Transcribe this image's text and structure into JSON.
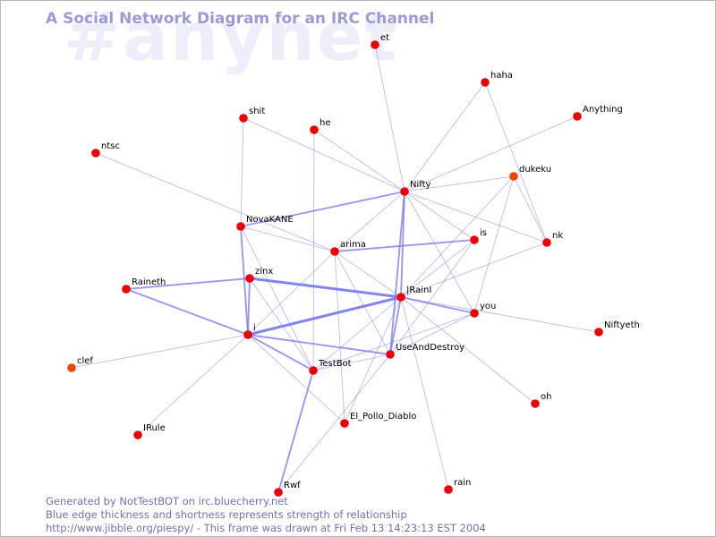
{
  "watermark": "#anynet",
  "title": "A Social Network Diagram for an IRC Channel",
  "colors": {
    "edge": "#7777ee",
    "node": "#ee0000",
    "node_orange": "#ee4400",
    "watermark": "#eeeefb",
    "title": "#9a9ad8",
    "footer": "#7070b8"
  },
  "nodes": [
    {
      "id": "et",
      "label": "et"
    },
    {
      "id": "haha",
      "label": "haha"
    },
    {
      "id": "Anything",
      "label": "Anything"
    },
    {
      "id": "shit",
      "label": "shit"
    },
    {
      "id": "he",
      "label": "he"
    },
    {
      "id": "ntsc",
      "label": "ntsc"
    },
    {
      "id": "dukeku",
      "label": "dukeku",
      "color": "orange"
    },
    {
      "id": "Nifty",
      "label": "Nifty"
    },
    {
      "id": "NovaKANE",
      "label": "NovaKANE"
    },
    {
      "id": "is",
      "label": "is"
    },
    {
      "id": "nk",
      "label": "nk"
    },
    {
      "id": "arima",
      "label": "arima"
    },
    {
      "id": "zinx",
      "label": "zinx"
    },
    {
      "id": "Raineth",
      "label": "Raineth"
    },
    {
      "id": "IRainI",
      "label": "|RainI"
    },
    {
      "id": "you",
      "label": "you"
    },
    {
      "id": "Niftyeth",
      "label": "Niftyeth"
    },
    {
      "id": "i",
      "label": "i"
    },
    {
      "id": "UseAndDestroy",
      "label": "UseAndDestroy"
    },
    {
      "id": "clef",
      "label": "clef",
      "color": "orange"
    },
    {
      "id": "TestBot",
      "label": "TestBot"
    },
    {
      "id": "oh",
      "label": "oh"
    },
    {
      "id": "El_Pollo_Diablo",
      "label": "El_Pollo_Diablo"
    },
    {
      "id": "IRule",
      "label": "IRule"
    },
    {
      "id": "rain",
      "label": "rain"
    },
    {
      "id": "Rwf",
      "label": "Rwf"
    }
  ],
  "edges": [
    {
      "source": "et",
      "target": "Nifty",
      "weight": 1
    },
    {
      "source": "haha",
      "target": "Nifty",
      "weight": 1
    },
    {
      "source": "haha",
      "target": "nk",
      "weight": 1
    },
    {
      "source": "Anything",
      "target": "Nifty",
      "weight": 1
    },
    {
      "source": "shit",
      "target": "Nifty",
      "weight": 1
    },
    {
      "source": "shit",
      "target": "NovaKANE",
      "weight": 1
    },
    {
      "source": "he",
      "target": "Nifty",
      "weight": 1
    },
    {
      "source": "he",
      "target": "TestBot",
      "weight": 1
    },
    {
      "source": "ntsc",
      "target": "arima",
      "weight": 1
    },
    {
      "source": "dukeku",
      "target": "Nifty",
      "weight": 1
    },
    {
      "source": "dukeku",
      "target": "IRainI",
      "weight": 1
    },
    {
      "source": "dukeku",
      "target": "nk",
      "weight": 1
    },
    {
      "source": "dukeku",
      "target": "you",
      "weight": 1
    },
    {
      "source": "Nifty",
      "target": "NovaKANE",
      "weight": 2
    },
    {
      "source": "Nifty",
      "target": "arima",
      "weight": 1
    },
    {
      "source": "Nifty",
      "target": "IRainI",
      "weight": 2
    },
    {
      "source": "Nifty",
      "target": "is",
      "weight": 1
    },
    {
      "source": "Nifty",
      "target": "nk",
      "weight": 1
    },
    {
      "source": "Nifty",
      "target": "you",
      "weight": 1
    },
    {
      "source": "Nifty",
      "target": "UseAndDestroy",
      "weight": 2
    },
    {
      "source": "NovaKANE",
      "target": "i",
      "weight": 2
    },
    {
      "source": "NovaKANE",
      "target": "arima",
      "weight": 1
    },
    {
      "source": "NovaKANE",
      "target": "TestBot",
      "weight": 1
    },
    {
      "source": "is",
      "target": "arima",
      "weight": 2
    },
    {
      "source": "is",
      "target": "IRainI",
      "weight": 1
    },
    {
      "source": "is",
      "target": "UseAndDestroy",
      "weight": 1
    },
    {
      "source": "nk",
      "target": "IRainI",
      "weight": 1
    },
    {
      "source": "arima",
      "target": "i",
      "weight": 1
    },
    {
      "source": "arima",
      "target": "El_Pollo_Diablo",
      "weight": 1
    },
    {
      "source": "arima",
      "target": "IRainI",
      "weight": 1
    },
    {
      "source": "arima",
      "target": "UseAndDestroy",
      "weight": 1
    },
    {
      "source": "zinx",
      "target": "IRainI",
      "weight": 3
    },
    {
      "source": "zinx",
      "target": "Raineth",
      "weight": 2
    },
    {
      "source": "zinx",
      "target": "i",
      "weight": 2
    },
    {
      "source": "zinx",
      "target": "TestBot",
      "weight": 1
    },
    {
      "source": "Raineth",
      "target": "i",
      "weight": 2
    },
    {
      "source": "IRainI",
      "target": "i",
      "weight": 3
    },
    {
      "source": "IRainI",
      "target": "you",
      "weight": 2
    },
    {
      "source": "IRainI",
      "target": "Niftyeth",
      "weight": 1
    },
    {
      "source": "IRainI",
      "target": "TestBot",
      "weight": 1
    },
    {
      "source": "IRainI",
      "target": "UseAndDestroy",
      "weight": 2
    },
    {
      "source": "IRainI",
      "target": "El_Pollo_Diablo",
      "weight": 1
    },
    {
      "source": "IRainI",
      "target": "rain",
      "weight": 1
    },
    {
      "source": "IRainI",
      "target": "oh",
      "weight": 1
    },
    {
      "source": "you",
      "target": "UseAndDestroy",
      "weight": 1
    },
    {
      "source": "you",
      "target": "TestBot",
      "weight": 1
    },
    {
      "source": "i",
      "target": "UseAndDestroy",
      "weight": 2
    },
    {
      "source": "i",
      "target": "TestBot",
      "weight": 2
    },
    {
      "source": "i",
      "target": "clef",
      "weight": 1
    },
    {
      "source": "i",
      "target": "IRule",
      "weight": 1
    },
    {
      "source": "i",
      "target": "El_Pollo_Diablo",
      "weight": 1
    },
    {
      "source": "TestBot",
      "target": "Rwf",
      "weight": 2
    },
    {
      "source": "TestBot",
      "target": "UseAndDestroy",
      "weight": 1
    },
    {
      "source": "UseAndDestroy",
      "target": "Rwf",
      "weight": 1
    }
  ],
  "footer": {
    "line1": "Generated by NotTestBOT on irc.bluecherry.net",
    "line2": "Blue edge thickness and shortness represents strength of relationship",
    "line3": "http://www.jibble.org/piespy/ - This frame was drawn at Fri Feb 13 14:23:13 EST 2004"
  }
}
